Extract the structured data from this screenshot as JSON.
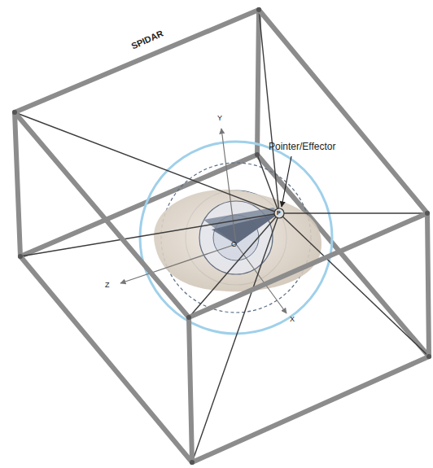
{
  "diagram": {
    "labels": [
      "SPIDAR",
      "Pointer/Effector",
      "Y",
      "Z",
      "X",
      "O",
      "P"
    ]
  }
}
